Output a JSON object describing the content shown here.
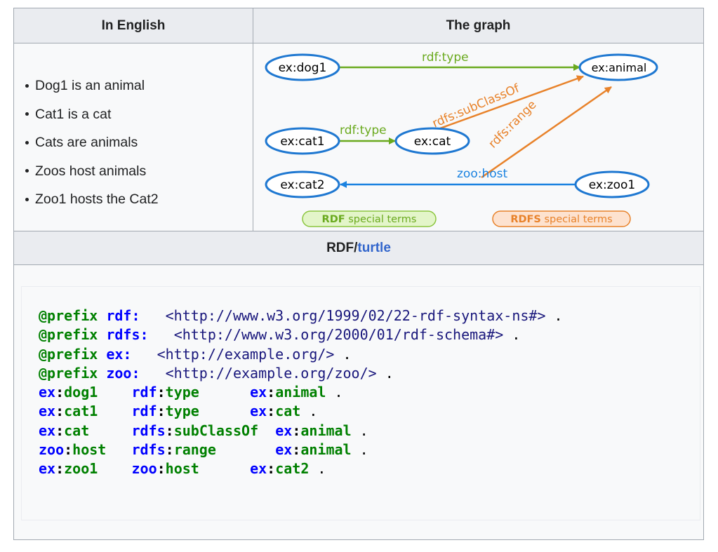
{
  "table": {
    "headers": {
      "english": "In English",
      "graph": "The graph",
      "rdf_prefix": "RDF/",
      "rdf_link": "turtle"
    },
    "english_items": [
      "Dog1 is an animal",
      "Cat1 is a cat",
      "Cats are animals",
      "Zoos host animals",
      "Zoo1 hosts the Cat2"
    ]
  },
  "graph": {
    "nodes": {
      "dog1": "ex:dog1",
      "animal": "ex:animal",
      "cat1": "ex:cat1",
      "cat": "ex:cat",
      "cat2": "ex:cat2",
      "zoo1": "ex:zoo1"
    },
    "edges": {
      "dog1_type": "rdf:type",
      "cat1_type": "rdf:type",
      "subclass": "rdfs:subClassOf",
      "range": "rdfs:range",
      "host": "zoo:host"
    },
    "legend": {
      "rdf_bold": "RDF",
      "rdf_rest": " special terms",
      "rdfs_bold": "RDFS",
      "rdfs_rest": " special terms"
    },
    "colors": {
      "node_border": "#1f78d1",
      "rdf": "#6aaa1e",
      "rdfs": "#e8822a",
      "zoo": "#1a82e0",
      "rdf_legend_bg": "#e3f5c9",
      "rdfs_legend_bg": "#fde2cf"
    }
  },
  "code": {
    "prefixes": [
      {
        "kw": "@prefix",
        "pfx": "rdf",
        "gap": "   ",
        "uri": "<http://www.w3.org/1999/02/22-rdf-syntax-ns#>",
        "end": " ."
      },
      {
        "kw": "@prefix",
        "pfx": "rdfs",
        "gap": "   ",
        "uri": "<http://www.w3.org/2000/01/rdf-schema#>",
        "end": " ."
      },
      {
        "kw": "@prefix",
        "pfx": "ex",
        "gap": "   ",
        "uri": "<http://example.org/>",
        "end": " ."
      },
      {
        "kw": "@prefix",
        "pfx": "zoo",
        "gap": "   ",
        "uri": "<http://example.org/zoo/>",
        "end": " ."
      }
    ],
    "triples": [
      {
        "s": [
          "ex",
          "dog1"
        ],
        "sgap": "    ",
        "p": [
          "rdf",
          "type"
        ],
        "pgap": "      ",
        "o": [
          "ex",
          "animal"
        ],
        "end": " ."
      },
      {
        "s": [
          "ex",
          "cat1"
        ],
        "sgap": "    ",
        "p": [
          "rdf",
          "type"
        ],
        "pgap": "      ",
        "o": [
          "ex",
          "cat"
        ],
        "end": " ."
      },
      {
        "s": [
          "ex",
          "cat"
        ],
        "sgap": "     ",
        "p": [
          "rdfs",
          "subClassOf"
        ],
        "pgap": "  ",
        "o": [
          "ex",
          "animal"
        ],
        "end": " ."
      },
      {
        "s": [
          "zoo",
          "host"
        ],
        "sgap": "   ",
        "p": [
          "rdfs",
          "range"
        ],
        "pgap": "       ",
        "o": [
          "ex",
          "animal"
        ],
        "end": " ."
      },
      {
        "s": [
          "ex",
          "zoo1"
        ],
        "sgap": "    ",
        "p": [
          "zoo",
          "host"
        ],
        "pgap": "      ",
        "o": [
          "ex",
          "cat2"
        ],
        "end": " ."
      }
    ]
  }
}
